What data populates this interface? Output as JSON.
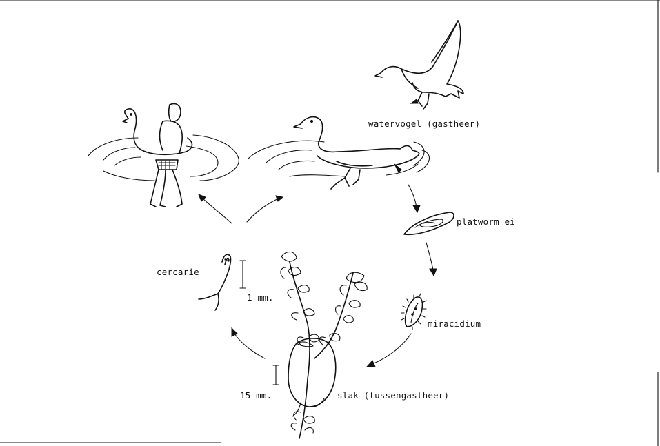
{
  "labels": {
    "host": "watervogel (gastheer)",
    "egg": "platworm ei",
    "miracidium": "miracidium",
    "snail": "slak (tussengastheer)",
    "cercaria": "cercarie",
    "scale_cercaria": "1 mm.",
    "scale_snail": "15 mm."
  }
}
